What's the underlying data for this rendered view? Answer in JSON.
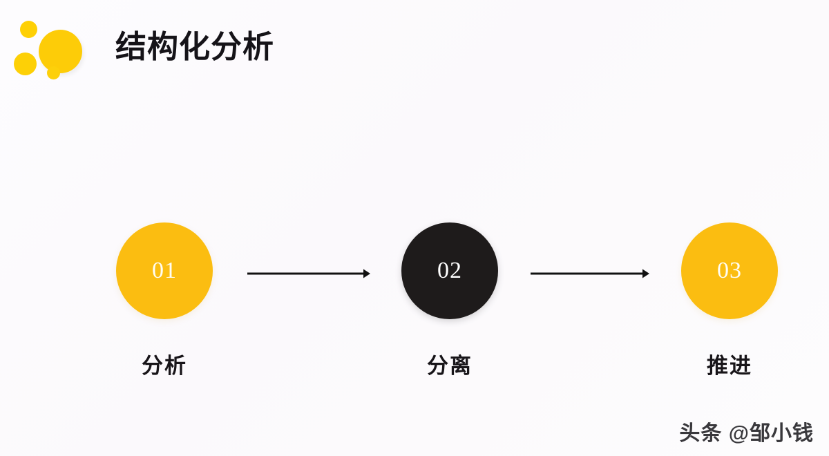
{
  "slide": {
    "title": "结构化分析",
    "background_color": "#fcfafd",
    "logo": {
      "name": "four-dot-cluster",
      "color": "#fdcc08"
    }
  },
  "flow": {
    "accent_color": "#fbbd11",
    "dark_color": "#1e1b1b",
    "steps": [
      {
        "number": "01",
        "label": "分析",
        "circle_style": "amber",
        "circle_color": "#fbbd11",
        "number_color": "#fffdf4"
      },
      {
        "number": "02",
        "label": "分离",
        "circle_style": "dark",
        "circle_color": "#1e1b1b",
        "number_color": "#ffffff"
      },
      {
        "number": "03",
        "label": "推进",
        "circle_style": "amber",
        "circle_color": "#fbbd11",
        "number_color": "#fffdf4"
      }
    ],
    "connectors": [
      {
        "name": "arrow-step1-to-step2",
        "direction": "right",
        "color": "#111111"
      },
      {
        "name": "arrow-step2-to-step3",
        "direction": "right",
        "color": "#111111"
      }
    ]
  },
  "watermark": {
    "text": "头条 @邹小钱"
  }
}
